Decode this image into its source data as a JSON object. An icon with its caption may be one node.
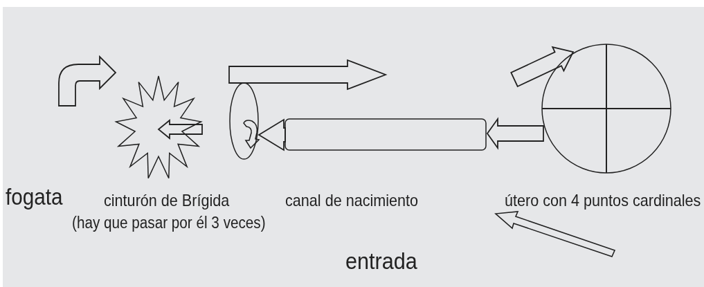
{
  "diagram": {
    "nodes": [
      {
        "text": [],
        "shape": "star"
      },
      {
        "text": [],
        "shape": "ellipse"
      },
      {
        "text": [],
        "shape": "cylinder"
      },
      {
        "text": [],
        "shape": "circle"
      }
    ],
    "edges": [
      {
        "from": 1,
        "to": 0,
        "arrow": "to"
      },
      {
        "from": 2,
        "to": 1,
        "arrow": "to"
      },
      {
        "from": 3,
        "to": 2,
        "arrow": "to"
      },
      {
        "from": null,
        "to": 3,
        "arrow": "to"
      },
      {
        "from": 1,
        "to": null,
        "arrow": "to"
      },
      {
        "from": null,
        "to": 0,
        "arrow": "to"
      }
    ],
    "labels": [
      "fogata",
      "cinturón de Brígida",
      "(hay que pasar por él 3 veces)",
      "canal de nacimiento",
      "útero con 4 puntos cardinales",
      "entrada"
    ]
  }
}
